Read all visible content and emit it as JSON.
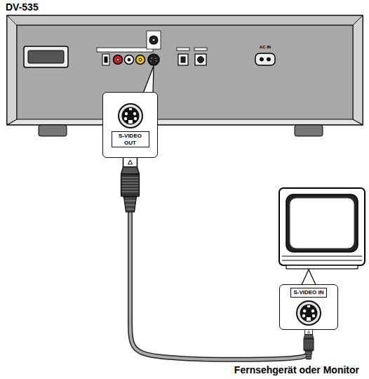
{
  "diagram": {
    "nodes": [
      {
        "text": [
          "DV-535"
        ]
      },
      {
        "text": [
          "S-VIDEO OUT"
        ]
      },
      {
        "text": [
          "S-VIDEO IN"
        ]
      }
    ],
    "edges": [
      {
        "from": 1,
        "to": 2,
        "arrow": "none"
      }
    ],
    "labels": [
      "AC IN",
      "Fernsehgerät oder Monitor"
    ]
  }
}
